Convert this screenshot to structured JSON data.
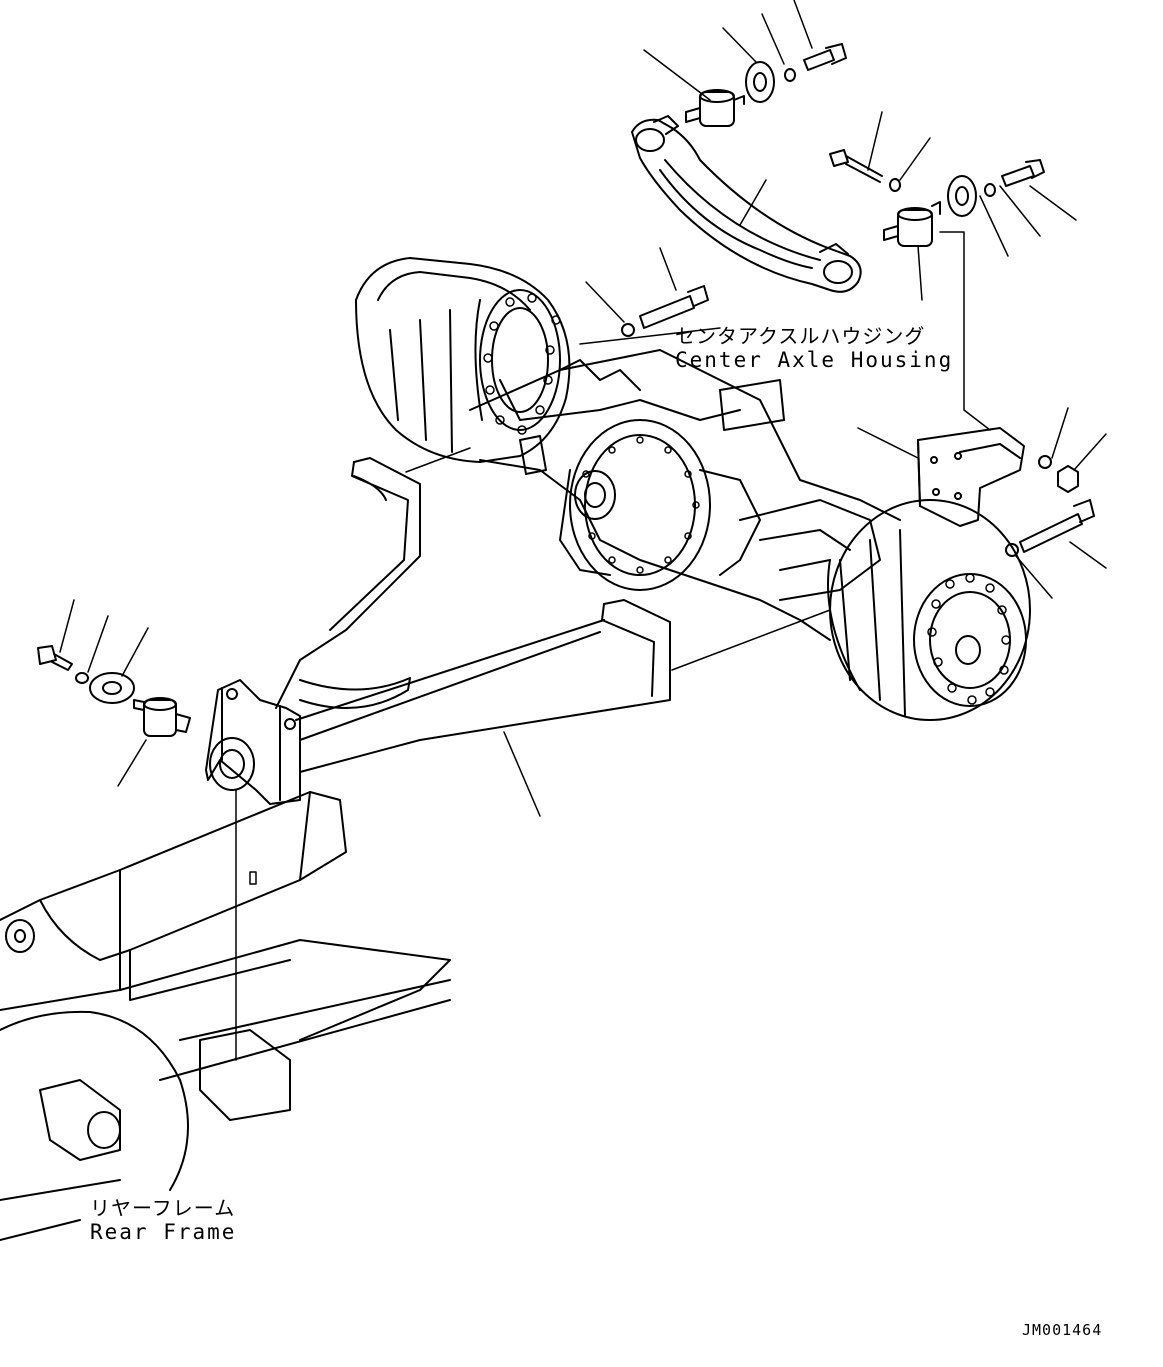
{
  "drawing": {
    "center_axle_housing_jp": "センタアクスルハウジング",
    "center_axle_housing_en": "Center Axle Housing",
    "rear_frame_jp": "リヤーフレーム",
    "rear_frame_en": "Rear Frame",
    "drawing_code": "JM001464"
  },
  "colors": {
    "line": "#000000",
    "background": "#ffffff"
  }
}
